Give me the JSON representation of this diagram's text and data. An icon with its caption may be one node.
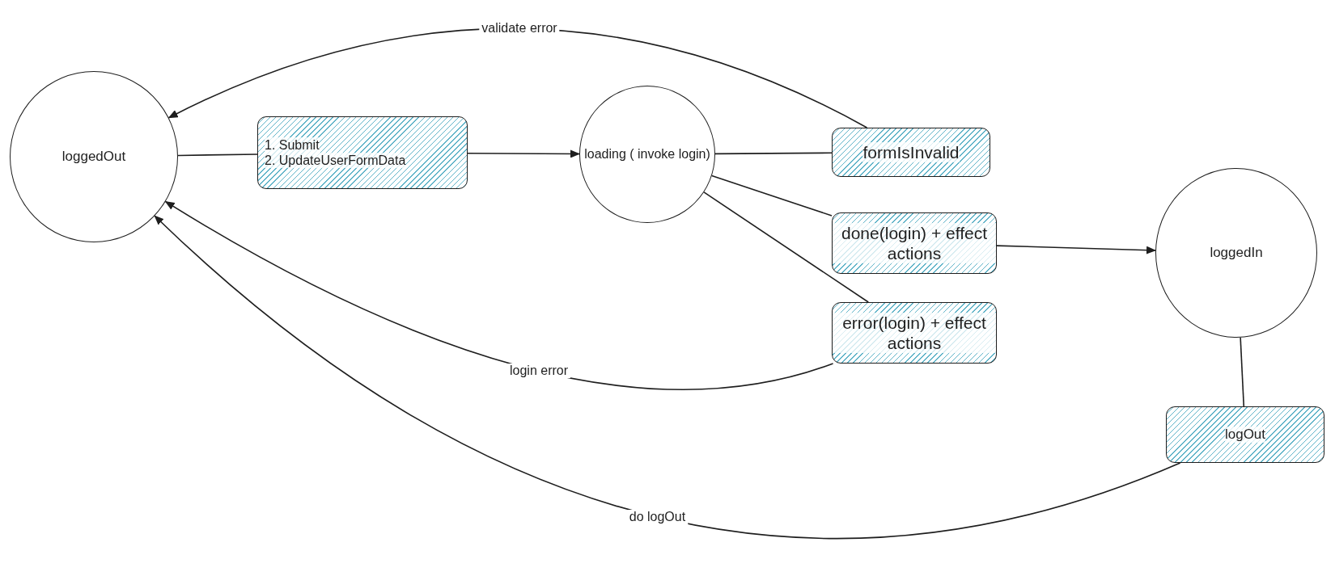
{
  "diagram": {
    "nodes": [
      {
        "text": [
          "loggedOut"
        ]
      },
      {
        "text": [
          "1. Submit",
          "2. UpdateUserFormData"
        ]
      },
      {
        "text": [
          "loading  ( invoke login)"
        ]
      },
      {
        "text": [
          "formIsInvalid"
        ]
      },
      {
        "text": [
          "done(login) + effect actions"
        ]
      },
      {
        "text": [
          "error(login) + effect actions"
        ]
      },
      {
        "text": [
          "loggedIn"
        ]
      },
      {
        "text": [
          "logOut"
        ]
      }
    ],
    "edges": [
      {
        "from": 0,
        "to": 1,
        "arrow": "none"
      },
      {
        "from": 1,
        "to": 2,
        "arrow": "to"
      },
      {
        "from": 2,
        "to": 3,
        "arrow": "none"
      },
      {
        "from": 3,
        "to": 0,
        "arrow": "to",
        "label": "validate error"
      },
      {
        "from": 2,
        "to": 4,
        "arrow": "none"
      },
      {
        "from": 4,
        "to": 6,
        "arrow": "to"
      },
      {
        "from": 2,
        "to": 5,
        "arrow": "none"
      },
      {
        "from": 5,
        "to": 0,
        "arrow": "to",
        "label": "login error"
      },
      {
        "from": 6,
        "to": 7,
        "arrow": "none"
      },
      {
        "from": 7,
        "to": 0,
        "arrow": "to",
        "label": "do logOut"
      }
    ]
  }
}
